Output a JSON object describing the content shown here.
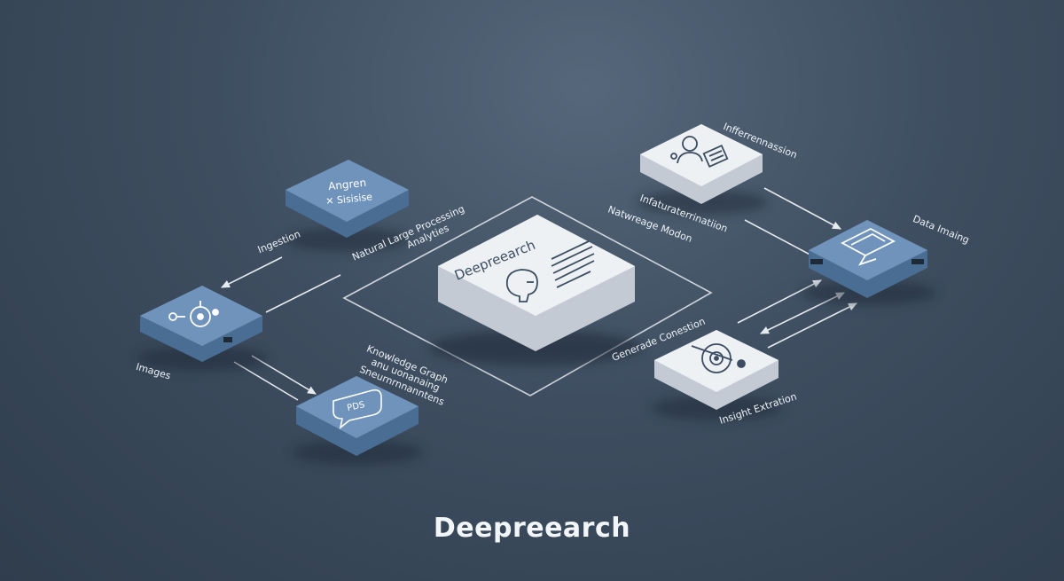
{
  "title": "Deepreearch",
  "center_box": {
    "label": "Deepreearch"
  },
  "boxes": {
    "top_left": {
      "line1": "Angren",
      "line2": "✕ Sisisise"
    },
    "left_mid": {},
    "bottom_left": {
      "badge": "PDS"
    },
    "top_right": {},
    "right_mid": {},
    "bottom_right": {}
  },
  "labels": {
    "ingestion": "Ingestion",
    "nlp_line1": "Natural Large Processing",
    "nlp_line2": "Analyties",
    "images": "Images",
    "kg_line1": "Knowledge Graph",
    "kg_line2": "anu uonanaing",
    "kg_line3": "Sneurnrnnanntens",
    "network": "Natwreage Modon",
    "info_trans": "Infaturaterrinatiion",
    "inferrenansion": "Infferrennassion",
    "data_imaging": "Data Imaing",
    "generade": "Generade Conestion",
    "insight": "Insight Extration"
  },
  "colors": {
    "blue_top": "#6f93bb",
    "blue_side": "#4a6d93",
    "white_top": "#eef1f4",
    "white_side": "#c3cad3",
    "line": "#e6ebf0"
  }
}
